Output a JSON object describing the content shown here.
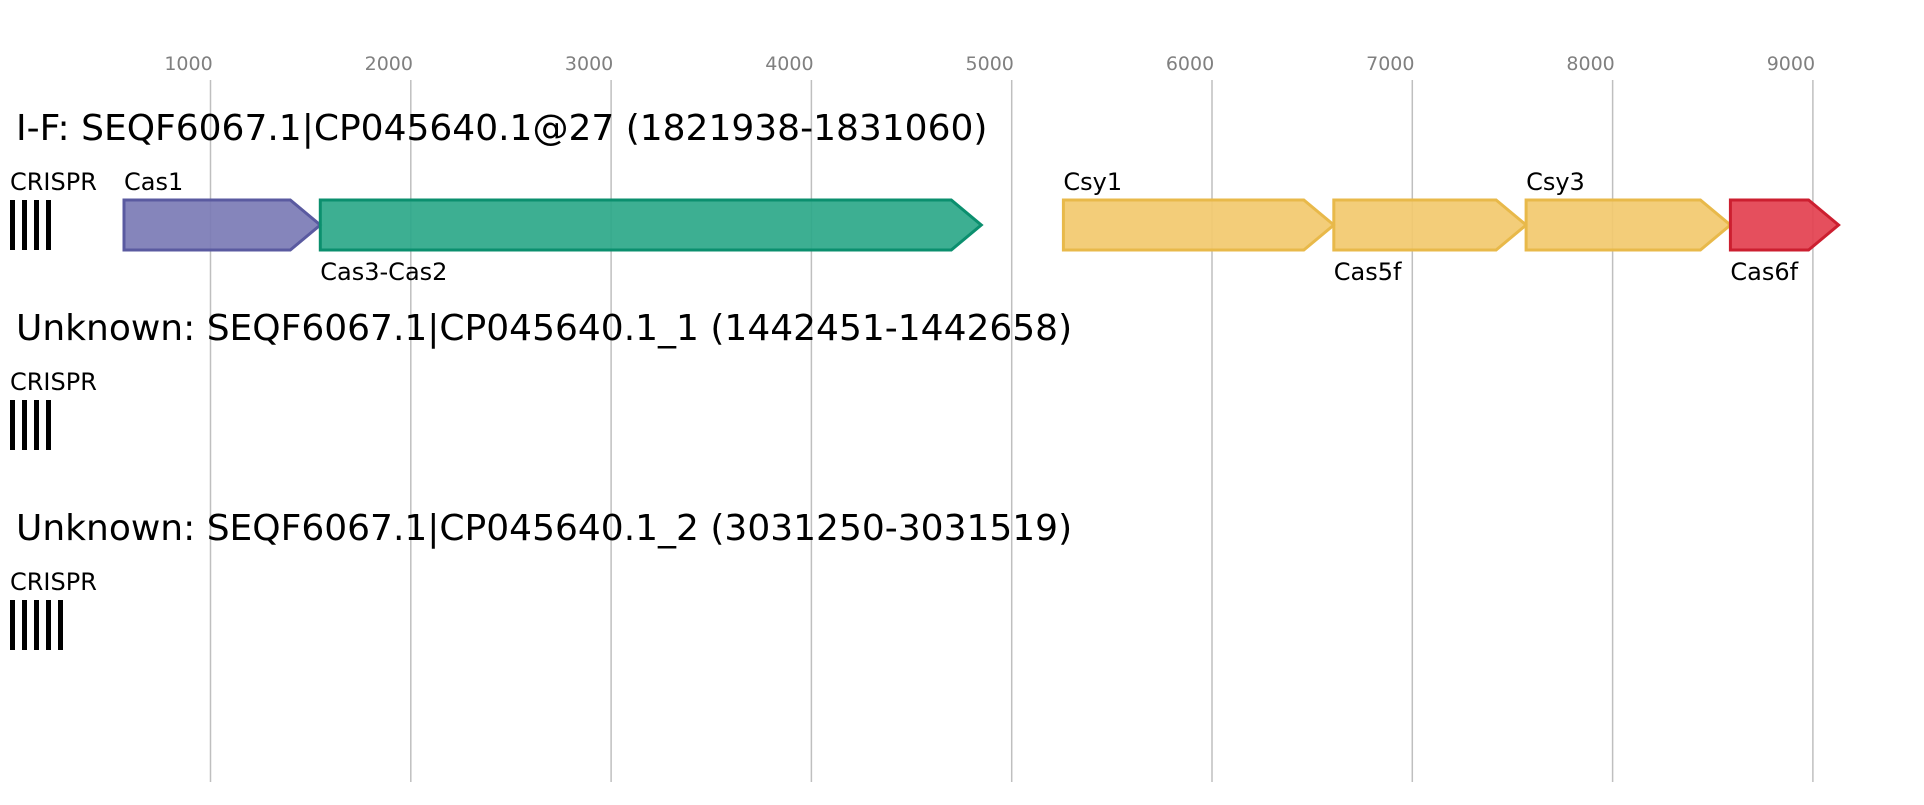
{
  "axis": {
    "ticks": [
      {
        "value": 1000,
        "label": "1000"
      },
      {
        "value": 2000,
        "label": "2000"
      },
      {
        "value": 3000,
        "label": "3000"
      },
      {
        "value": 4000,
        "label": "4000"
      },
      {
        "value": 5000,
        "label": "5000"
      },
      {
        "value": 6000,
        "label": "6000"
      },
      {
        "value": 7000,
        "label": "7000"
      },
      {
        "value": 8000,
        "label": "8000"
      },
      {
        "value": 9000,
        "label": "9000"
      }
    ]
  },
  "clusters": [
    {
      "title": "I-F: SEQF6067.1|CP045640.1@27 (1821938-1831060)",
      "crispr": {
        "label": "CRISPR",
        "bars": 4
      },
      "genes": [
        {
          "name": "Cas1",
          "start": 0,
          "end": 980,
          "color": "#7b7bb5",
          "stroke": "#5a5aa0",
          "label_pos": "above"
        },
        {
          "name": "Cas3-Cas2",
          "start": 980,
          "end": 4280,
          "color": "#2ca889",
          "stroke": "#0b8f6e",
          "label_pos": "below"
        },
        {
          "name": "Csy1",
          "start": 4690,
          "end": 6040,
          "color": "#f2c96e",
          "stroke": "#e8b94a",
          "label_pos": "above"
        },
        {
          "name": "Cas5f",
          "start": 6040,
          "end": 7000,
          "color": "#f2c96e",
          "stroke": "#e8b94a",
          "label_pos": "below"
        },
        {
          "name": "Csy3",
          "start": 7000,
          "end": 8020,
          "color": "#f2c96e",
          "stroke": "#e8b94a",
          "label_pos": "above"
        },
        {
          "name": "Cas6f",
          "start": 8020,
          "end": 8560,
          "color": "#e3404f",
          "stroke": "#cc1f30",
          "label_pos": "below"
        }
      ]
    },
    {
      "title": "Unknown: SEQF6067.1|CP045640.1_1 (1442451-1442658)",
      "crispr": {
        "label": "CRISPR",
        "bars": 4
      },
      "genes": []
    },
    {
      "title": "Unknown: SEQF6067.1|CP045640.1_2 (3031250-3031519)",
      "crispr": {
        "label": "CRISPR",
        "bars": 5
      },
      "genes": []
    }
  ]
}
